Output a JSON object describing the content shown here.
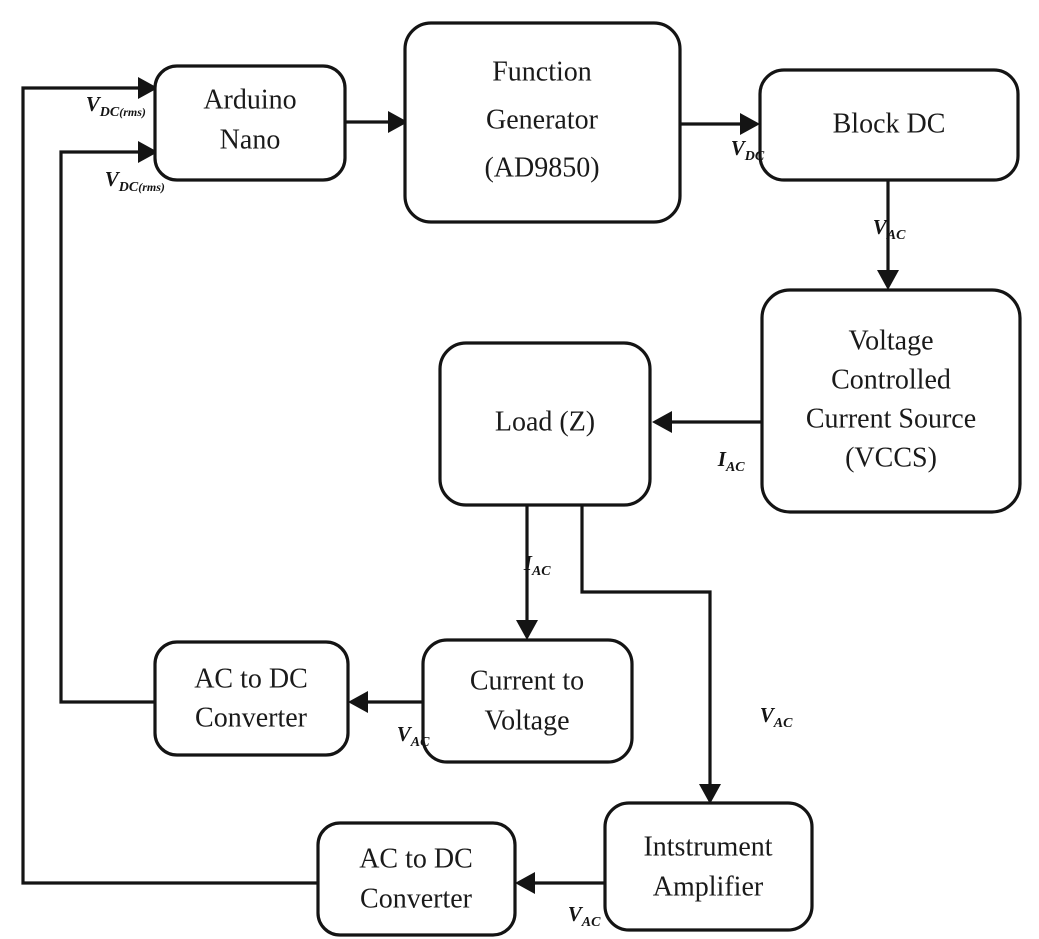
{
  "diagram": {
    "title": "Bioimpedance measurement system block diagram",
    "stroke_color": "#141414",
    "fill_color": "#ffffff",
    "background": "#ffffff",
    "nodes": [
      {
        "id": "arduino",
        "label": "Arduino\nNano"
      },
      {
        "id": "funcgen",
        "label": "Function\nGenerator\n(AD9850)"
      },
      {
        "id": "blockdc",
        "label": "Block DC"
      },
      {
        "id": "vccs",
        "label": "Voltage\nControlled\nCurrent Source\n(VCCS)"
      },
      {
        "id": "load",
        "label": "Load (Z)"
      },
      {
        "id": "i2v",
        "label": "Current to\nVoltage"
      },
      {
        "id": "ac2dc_mid",
        "label": "AC to DC\nConverter"
      },
      {
        "id": "instamp",
        "label": "Intstrument\nAmplifier"
      },
      {
        "id": "ac2dc_bot",
        "label": "AC to DC\nConverter"
      }
    ],
    "edges": [
      {
        "id": "e-ac2dcmid-arduino",
        "from": "ac2dc_mid",
        "to": "arduino",
        "symbol": "V",
        "sub": "DC",
        "sub2": "(rms)"
      },
      {
        "id": "e-ac2dcbot-arduino",
        "from": "ac2dc_bot",
        "to": "arduino",
        "symbol": "V",
        "sub": "DC",
        "sub2": "(rms)"
      },
      {
        "id": "e-arduino-funcgen",
        "from": "arduino",
        "to": "funcgen",
        "symbol": "",
        "sub": "",
        "sub2": ""
      },
      {
        "id": "e-funcgen-blockdc",
        "from": "funcgen",
        "to": "blockdc",
        "symbol": "V",
        "sub": "DC",
        "sub2": ""
      },
      {
        "id": "e-blockdc-vccs",
        "from": "blockdc",
        "to": "vccs",
        "symbol": "V",
        "sub": "AC",
        "sub2": ""
      },
      {
        "id": "e-vccs-load",
        "from": "vccs",
        "to": "load",
        "symbol": "I",
        "sub": "AC",
        "sub2": ""
      },
      {
        "id": "e-load-i2v",
        "from": "load",
        "to": "i2v",
        "symbol": "I",
        "sub": "AC",
        "sub2": ""
      },
      {
        "id": "e-load-instamp",
        "from": "load",
        "to": "instamp",
        "symbol": "V",
        "sub": "AC",
        "sub2": ""
      },
      {
        "id": "e-i2v-ac2dcmid",
        "from": "i2v",
        "to": "ac2dc_mid",
        "symbol": "V",
        "sub": "AC",
        "sub2": ""
      },
      {
        "id": "e-instamp-ac2dcbot",
        "from": "instamp",
        "to": "ac2dc_bot",
        "symbol": "V",
        "sub": "AC",
        "sub2": ""
      }
    ],
    "labels": {
      "arduino": {
        "line1": "Arduino",
        "line2": "Nano",
        "line3": "",
        "line4": ""
      },
      "funcgen": {
        "line1": "Function",
        "line2": "Generator",
        "line3": "(AD9850)",
        "line4": ""
      },
      "blockdc": {
        "line1": "Block DC",
        "line2": "",
        "line3": "",
        "line4": ""
      },
      "vccs": {
        "line1": "Voltage",
        "line2": "Controlled",
        "line3": "Current Source",
        "line4": "(VCCS)"
      },
      "load": {
        "line1": "Load (Z)",
        "line2": "",
        "line3": "",
        "line4": ""
      },
      "i2v": {
        "line1": "Current to",
        "line2": "Voltage",
        "line3": "",
        "line4": ""
      },
      "ac2dc_mid": {
        "line1": "AC to DC",
        "line2": "Converter",
        "line3": "",
        "line4": ""
      },
      "instamp": {
        "line1": "Intstrument",
        "line2": "Amplifier",
        "line3": "",
        "line4": ""
      },
      "ac2dc_bot": {
        "line1": "AC to DC",
        "line2": "Converter",
        "line3": "",
        "line4": ""
      }
    },
    "edge_labels": {
      "fb_top_sym": "V",
      "fb_top_sub": "DC",
      "fb_top_sub2": "(rms)",
      "fb_bot_sym": "V",
      "fb_bot_sub": "DC",
      "fb_bot_sub2": "(rms)",
      "vdc_sym": "V",
      "vdc_sub": "DC",
      "vac_blockdc_sym": "V",
      "vac_blockdc_sub": "AC",
      "iac_vccs_sym": "I",
      "iac_vccs_sub": "AC",
      "iac_load_sym": "I",
      "iac_load_sub": "AC",
      "vac_load_sym": "V",
      "vac_load_sub": "AC",
      "vac_i2v_sym": "V",
      "vac_i2v_sub": "AC",
      "vac_instamp_sym": "V",
      "vac_instamp_sub": "AC"
    }
  }
}
